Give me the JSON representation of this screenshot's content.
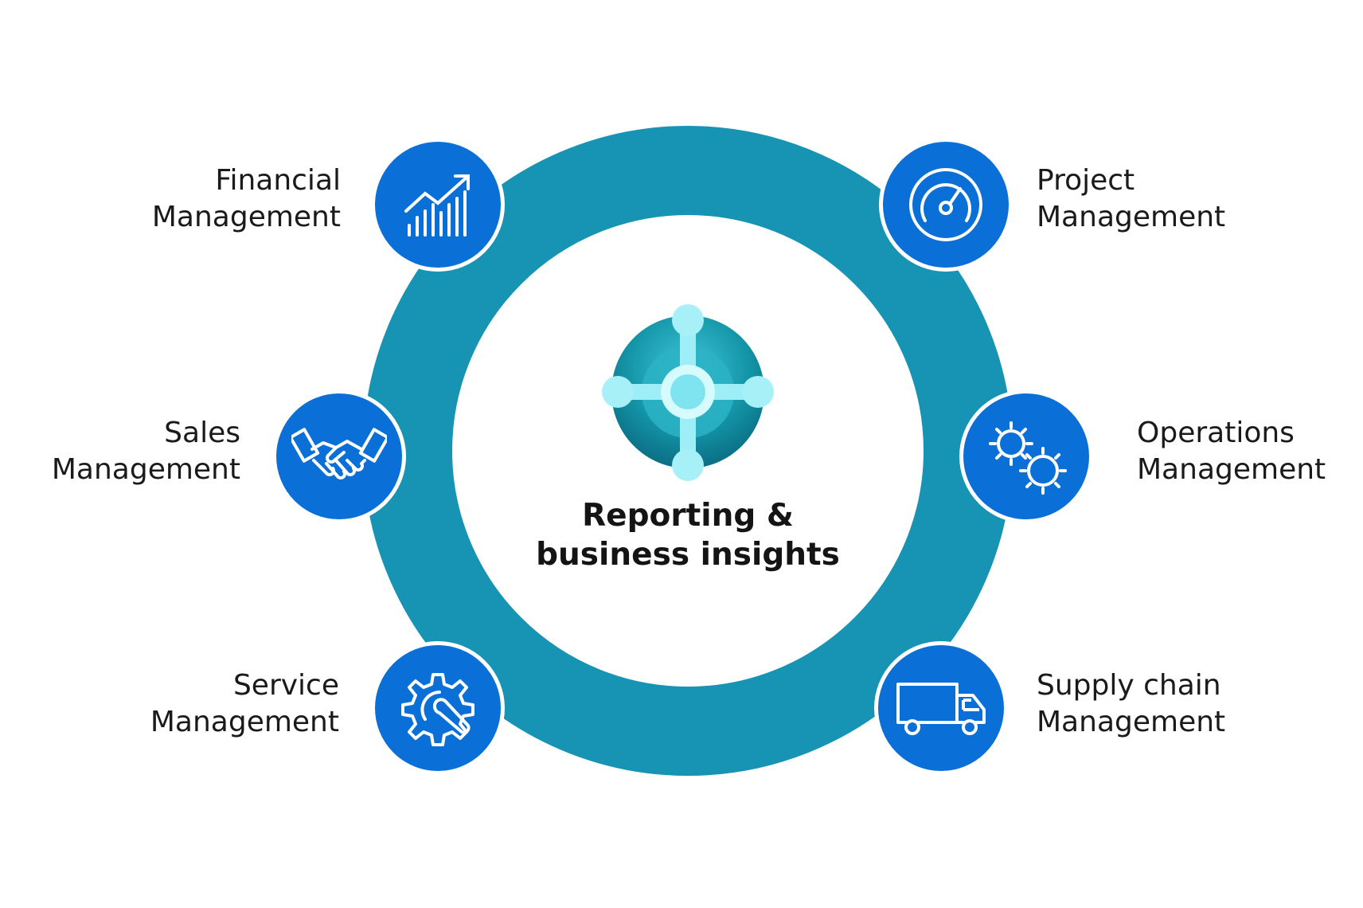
{
  "center": {
    "line1": "Reporting &",
    "line2": "business insights"
  },
  "modules": [
    {
      "id": "financial",
      "line1": "Financial",
      "line2": "Management",
      "icon": "growth-chart-icon"
    },
    {
      "id": "project",
      "line1": "Project",
      "line2": "Management",
      "icon": "gauge-icon"
    },
    {
      "id": "sales",
      "line1": "Sales",
      "line2": "Management",
      "icon": "handshake-icon"
    },
    {
      "id": "operations",
      "line1": "Operations",
      "line2": "Management",
      "icon": "gears-icon"
    },
    {
      "id": "service",
      "line1": "Service",
      "line2": "Management",
      "icon": "wrench-gear-icon"
    },
    {
      "id": "supply",
      "line1": "Supply chain",
      "line2": "Management",
      "icon": "truck-icon"
    }
  ],
  "colors": {
    "ring": "#1793b4",
    "node": "#0a6fd6",
    "node_border": "#ffffff",
    "logo_dark": "#0f7a8c",
    "logo_light": "#7fe3f0"
  }
}
